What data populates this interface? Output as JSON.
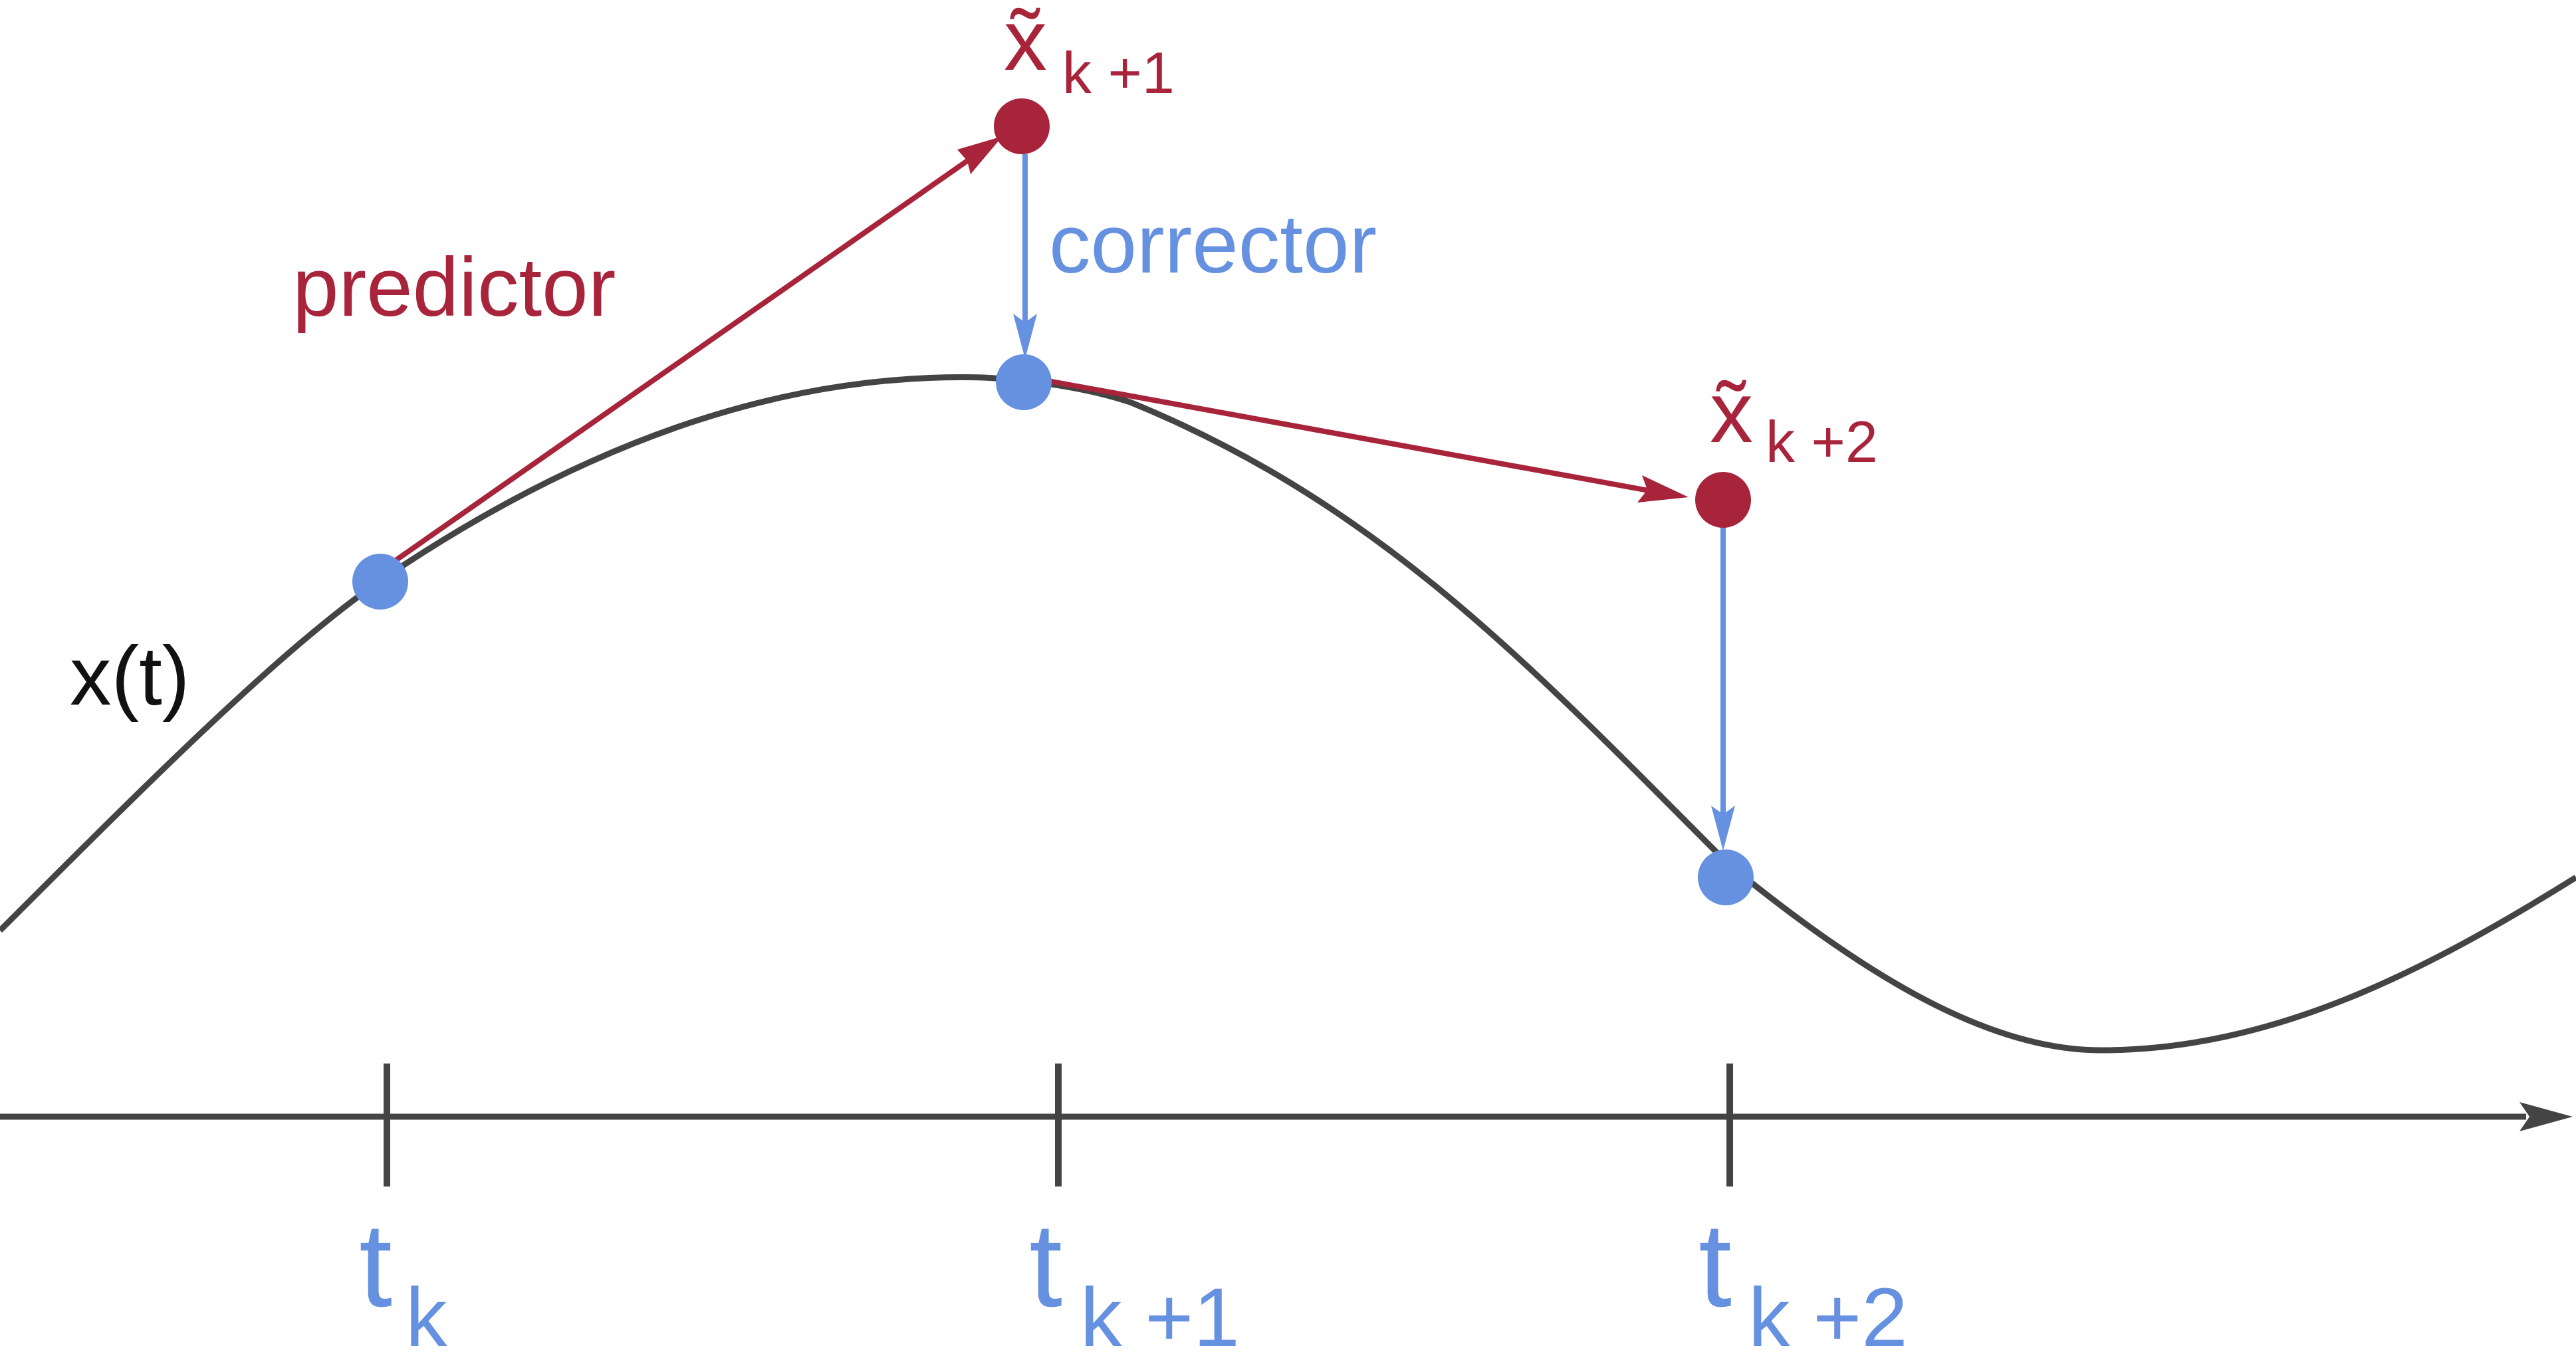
{
  "colors": {
    "curve": "#444444",
    "axis": "#444444",
    "predictor": "#a8243b",
    "corrector": "#6591e0",
    "curve_label": "#111111"
  },
  "labels": {
    "curve": "x(t)",
    "predictor": "predictor",
    "corrector": "corrector",
    "predicted_1_base": "x̃",
    "predicted_1_sub": "k +1",
    "predicted_2_base": "x̃",
    "predicted_2_sub": "k +2",
    "tick_1_base": "t",
    "tick_1_sub": "k",
    "tick_2_base": "t",
    "tick_2_sub": "k +1",
    "tick_3_base": "t",
    "tick_3_sub": "k +2"
  }
}
